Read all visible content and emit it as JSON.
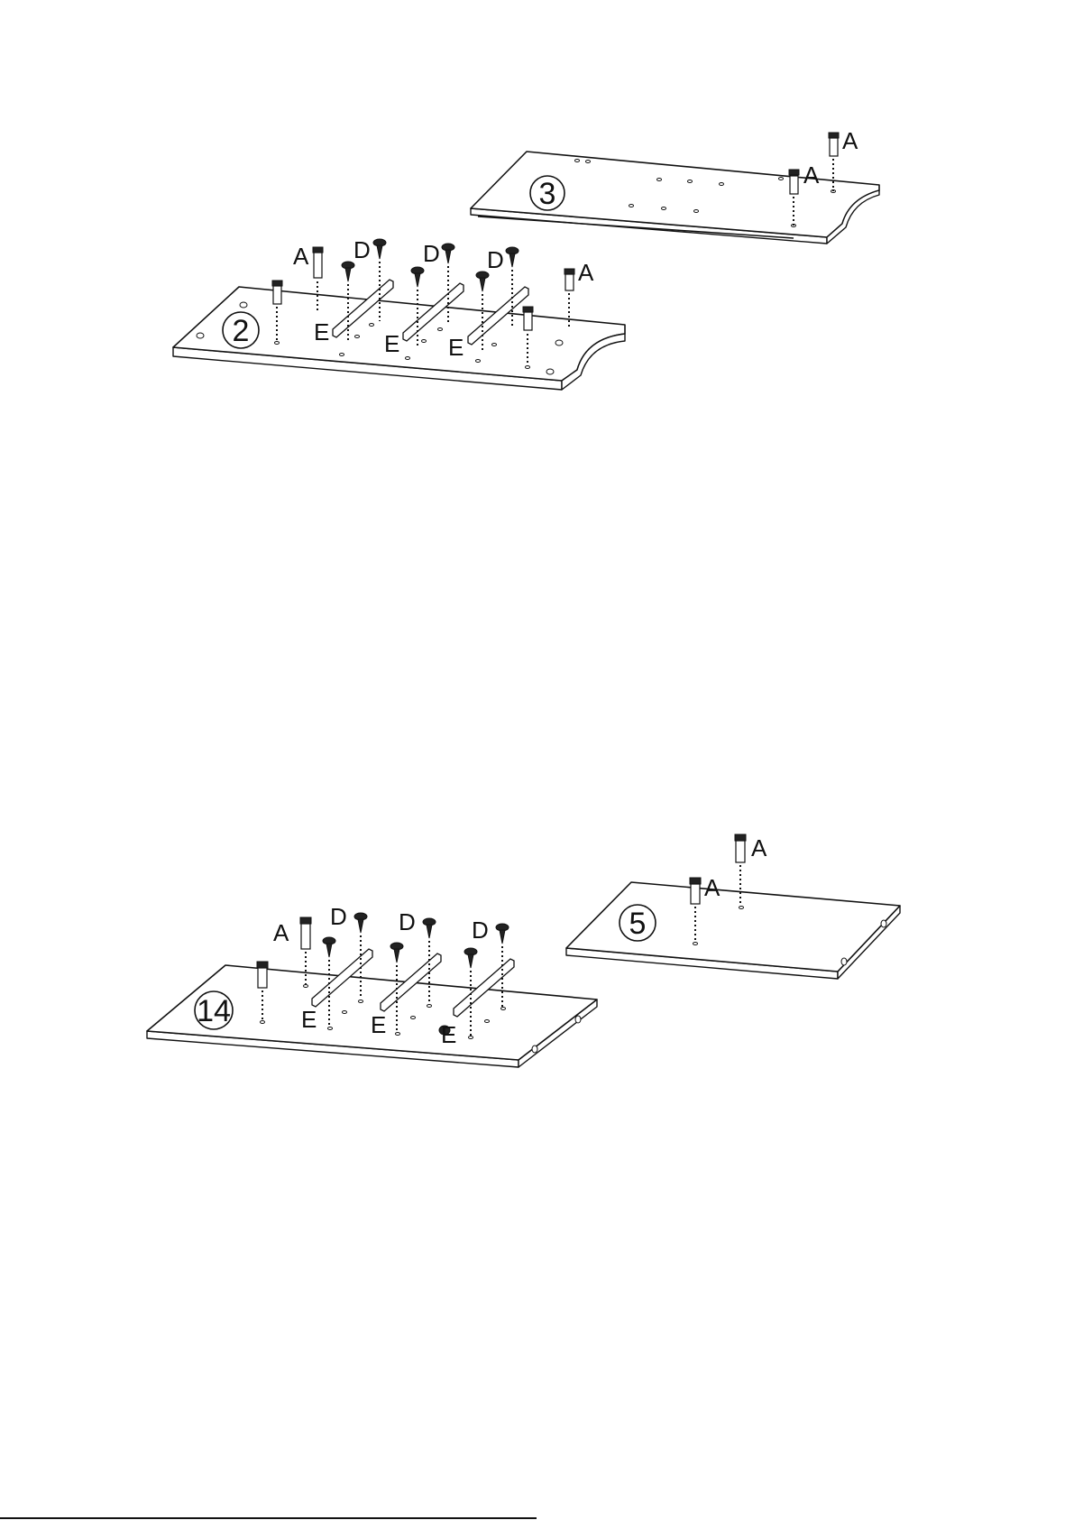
{
  "colors": {
    "ink": "#111111",
    "paper": "#ffffff"
  },
  "panels": [
    {
      "id": "panel-2",
      "number": "2"
    },
    {
      "id": "panel-3",
      "number": "3"
    },
    {
      "id": "panel-14",
      "number": "14"
    },
    {
      "id": "panel-5",
      "number": "5"
    }
  ],
  "parts": {
    "a": "A",
    "d": "D",
    "e": "E"
  }
}
